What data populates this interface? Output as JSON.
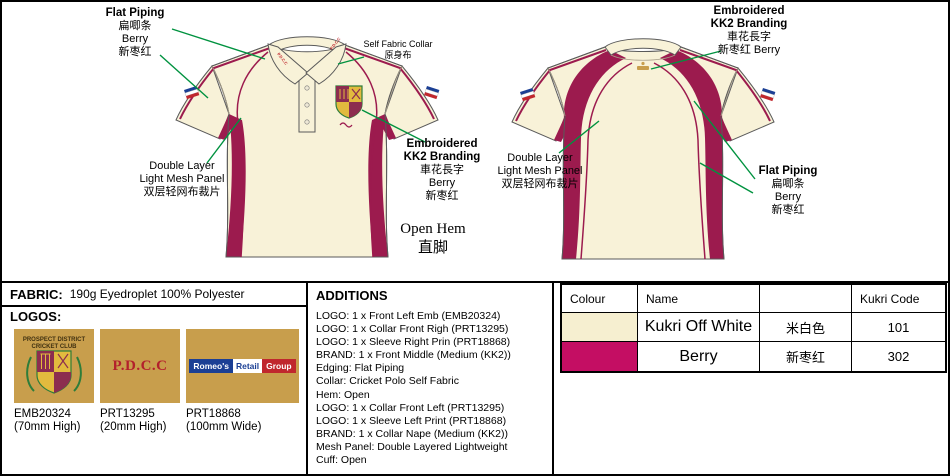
{
  "colors": {
    "shirt-body": "#f8f2d8",
    "berry": "#9c1b4e",
    "berry-swatch": "#c40e63",
    "green": "#00923f",
    "tile-bg": "#c89e4c",
    "crest-gold": "#e2ba3e",
    "crest-maroon": "#8c2d4f",
    "crest-green": "#2e7d3a",
    "logo-blue": "#1b3f94",
    "logo-red": "#c0272d"
  },
  "front": {
    "flat_piping": [
      "Flat Piping",
      "扁唧条",
      "Berry",
      "新枣红"
    ],
    "collar_note": [
      "Self Fabric Collar",
      "原身布"
    ],
    "mesh_note": [
      "Double Layer",
      "Light Mesh Panel",
      "双层轻网布裁片"
    ],
    "emb_note": [
      "Embroidered",
      "KK2 Branding",
      "車花長字",
      "Berry",
      "新枣红"
    ],
    "hem_note": [
      "Open Hem",
      "直脚"
    ]
  },
  "back": {
    "emb_note": [
      "Embroidered",
      "KK2 Branding",
      "車花長字",
      "新枣红 Berry"
    ],
    "mesh_note": [
      "Double Layer",
      "Light Mesh Panel",
      "双层轻网布裁片"
    ],
    "flat_piping": [
      "Flat Piping",
      "扁唧条",
      "Berry",
      "新枣红"
    ]
  },
  "fabric": {
    "label": "FABRIC:",
    "value": "190g Eyedroplet 100% Polyester"
  },
  "logos": {
    "title": "LOGOS:",
    "crest": {
      "line1": "PROSPECT DISTRICT",
      "line2": "CRICKET CLUB"
    },
    "pdcc_text": "P.D.C.C",
    "romeos": [
      "Romeo's",
      "Retail",
      "Group"
    ],
    "items": [
      {
        "code": "EMB20324",
        "size": "(70mm High)"
      },
      {
        "code": "PRT13295",
        "size": "(20mm High)"
      },
      {
        "code": "PRT18868",
        "size": "(100mm Wide)"
      }
    ]
  },
  "additions": {
    "title": "ADDITIONS",
    "lines": [
      "LOGO: 1 x Front Left Emb (EMB20324)",
      "LOGO: 1 x Collar Front Righ (PRT13295)",
      "LOGO: 1 x Sleeve Right Prin (PRT18868)",
      "BRAND: 1 x Front Middle (Medium (KK2))",
      "Edging: Flat Piping",
      "Collar: Cricket Polo Self Fabric",
      "Hem: Open",
      "LOGO: 1 x Collar Front Left (PRT13295)",
      "LOGO: 1 x Sleeve Left Print (PRT18868)",
      "BRAND: 1 x Collar Nape (Medium (KK2))",
      "Mesh Panel: Double Layered Lightweight",
      "Cuff: Open"
    ]
  },
  "color_table": {
    "headers": [
      "Colour",
      "Name",
      "",
      "Kukri Code"
    ],
    "rows": [
      {
        "name": "Kukri Off White",
        "cn": "米白色",
        "code": "101",
        "swatch": "#f6efd0"
      },
      {
        "name": "Berry",
        "cn": "新枣红",
        "code": "302",
        "swatch": "#c40e63"
      }
    ]
  }
}
